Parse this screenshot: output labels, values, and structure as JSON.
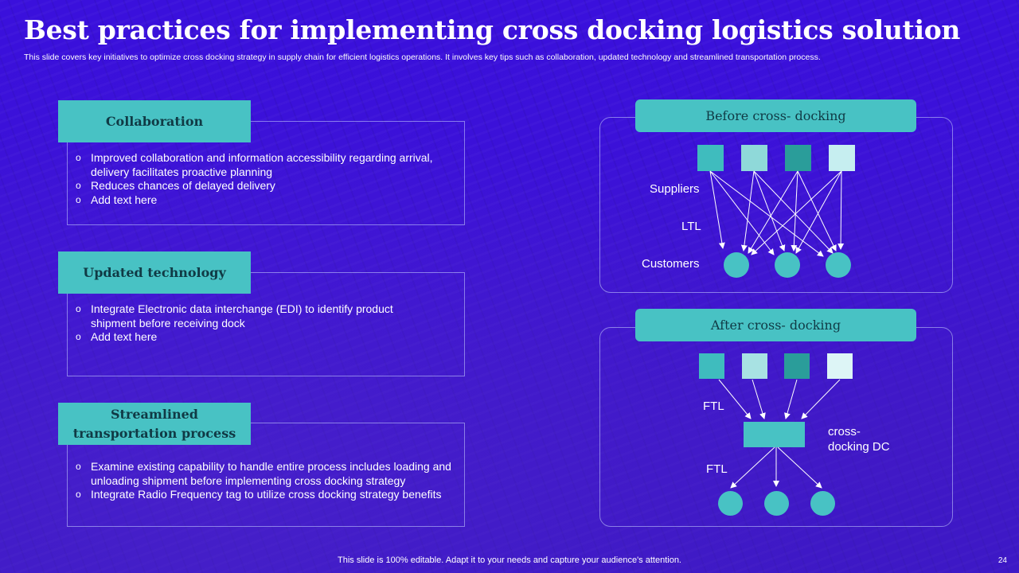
{
  "title": "Best practices for implementing cross docking logistics solution",
  "subtitle": "This slide covers key initiatives to optimize cross docking strategy in supply chain for efficient logistics operations. It involves key tips such as collaboration, updated technology and streamlined transportation process.",
  "practices": [
    {
      "header": "Collaboration",
      "bullets": [
        "Improved collaboration and information accessibility regarding  arrival, delivery facilitates proactive planning",
        "Reduces chances of delayed delivery",
        "Add text here"
      ]
    },
    {
      "header": "Updated technology",
      "bullets": [
        "Integrate Electronic data interchange (EDI) to identify product shipment before receiving dock",
        "Add text here"
      ]
    },
    {
      "header": "Streamlined transportation process",
      "bullets": [
        "Examine existing capability to handle entire process includes loading and unloading shipment before implementing cross docking strategy",
        "Integrate Radio Frequency tag to utilize cross docking strategy benefits"
      ]
    }
  ],
  "bullet_mark": "o",
  "before": {
    "header": "Before cross- docking",
    "suppliers_label": "Suppliers",
    "ltl_label": "LTL",
    "customers_label": "Customers"
  },
  "after": {
    "header": "After cross- docking",
    "ftl_top_label": "FTL",
    "dc_label_line1": "cross-",
    "dc_label_line2": "docking DC",
    "ftl_bottom_label": "FTL"
  },
  "colors": {
    "background": "#3d12d8",
    "accent": "#48c2c4",
    "supplier_1": "#3fbcbe",
    "supplier_2": "#8fd9d9",
    "supplier_3": "#2a9d9a",
    "supplier_4": "#c6eef0"
  },
  "footer": "This slide is 100% editable. Adapt it to your needs and capture your audience's attention.",
  "page_number": "24"
}
